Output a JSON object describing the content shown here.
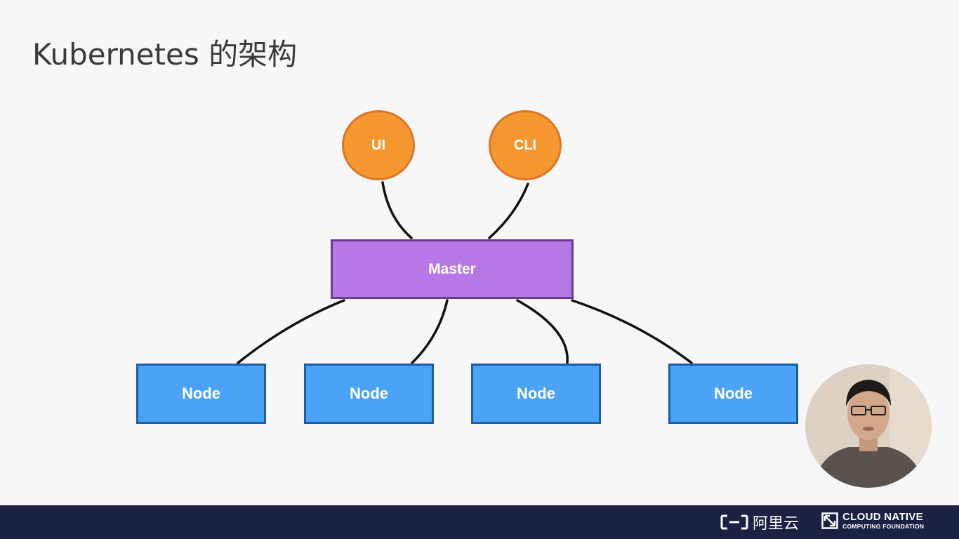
{
  "title": "Kubernetes 的架构",
  "diagram": {
    "clients": [
      {
        "id": "ui",
        "label": "UI"
      },
      {
        "id": "cli",
        "label": "CLI"
      }
    ],
    "master": {
      "label": "Master"
    },
    "nodes": [
      {
        "label": "Node"
      },
      {
        "label": "Node"
      },
      {
        "label": "Node"
      },
      {
        "label": "Node"
      }
    ],
    "colors": {
      "client_fill": "#f6982f",
      "master_fill": "#b678e6",
      "node_fill": "#4aa3f7",
      "connector": "#111111"
    }
  },
  "footer": {
    "aliyun_label": "阿里云",
    "cncf_line1": "CLOUD NATIVE",
    "cncf_line2": "COMPUTING FOUNDATION"
  }
}
